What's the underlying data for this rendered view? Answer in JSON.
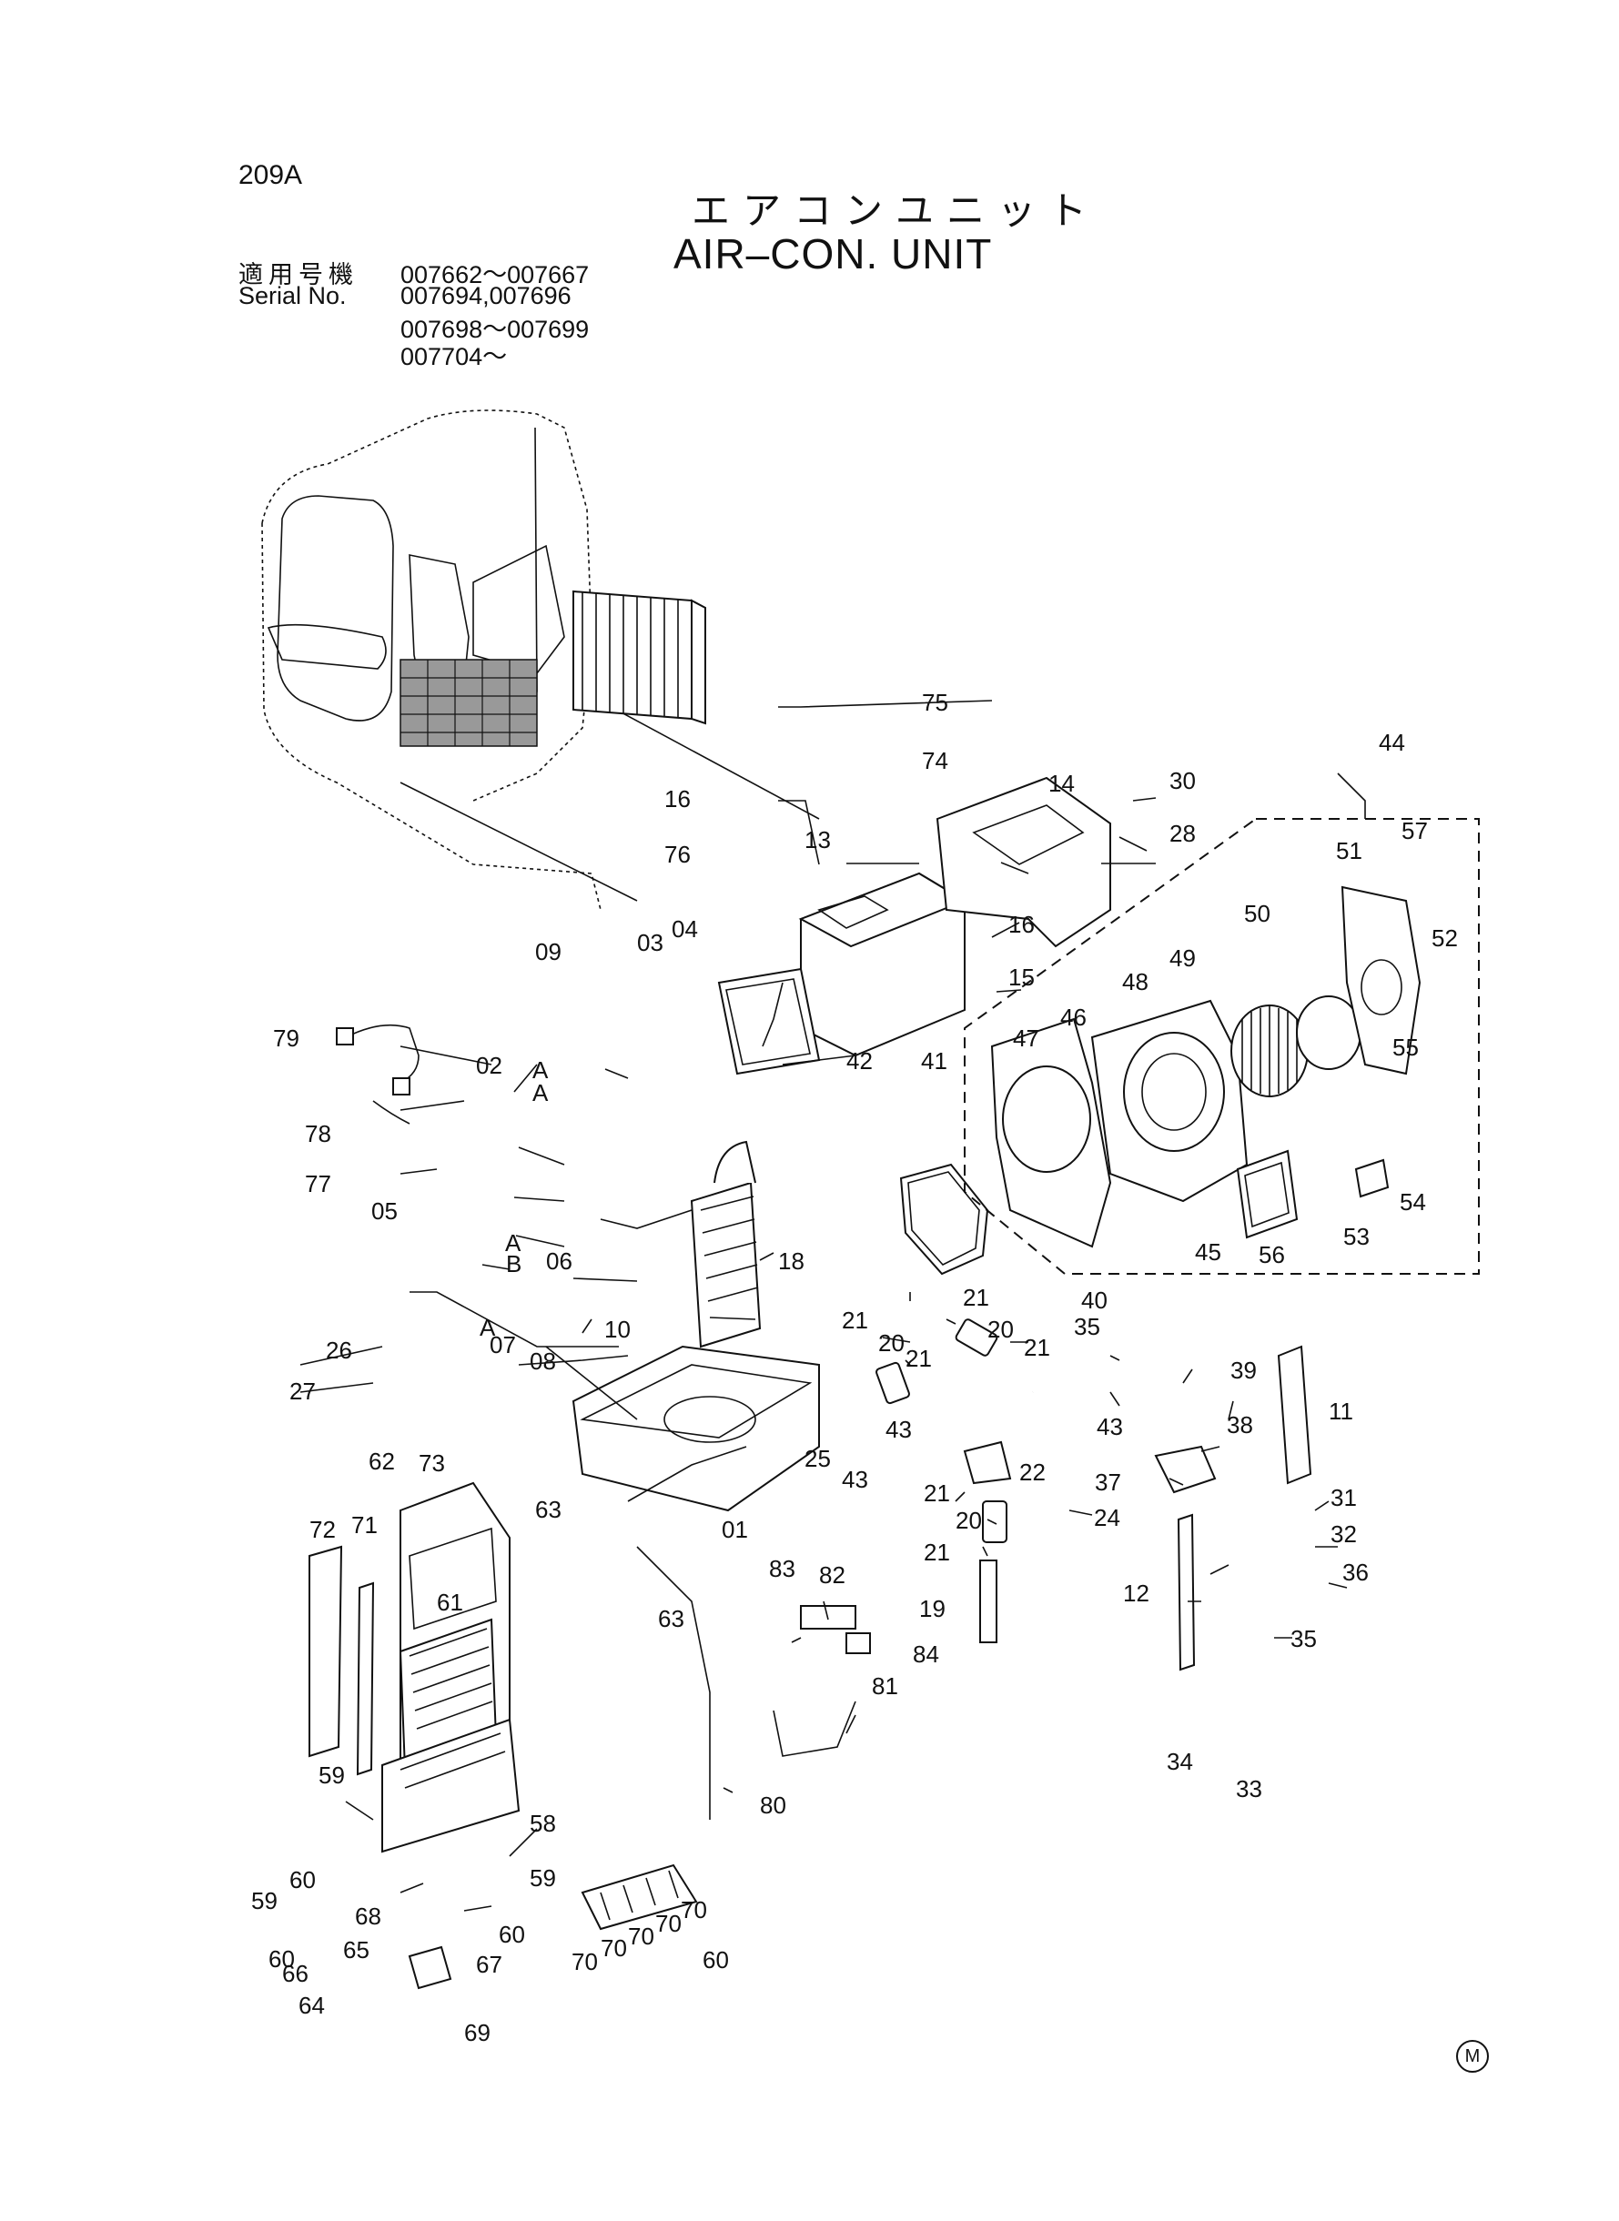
{
  "page_code": "209A",
  "title_ja": "エアコンユニット",
  "title_en": "AIR–CON. UNIT",
  "serial_label_ja": "適用号機",
  "serial_label_en": "Serial No.",
  "serial_ranges": [
    "007662～007667",
    "007694,007696",
    "007698～007699",
    "007704～"
  ],
  "callout_labels": [
    "01",
    "02",
    "03",
    "04",
    "05",
    "06",
    "07",
    "08",
    "09",
    "10",
    "11",
    "12",
    "13",
    "14",
    "15",
    "16",
    "18",
    "19",
    "20",
    "21",
    "22",
    "24",
    "25",
    "26",
    "27",
    "28",
    "30",
    "31",
    "32",
    "33",
    "34",
    "35",
    "36",
    "37",
    "38",
    "39",
    "40",
    "41",
    "42",
    "43",
    "44",
    "45",
    "46",
    "47",
    "48",
    "49",
    "50",
    "51",
    "52",
    "53",
    "54",
    "55",
    "56",
    "57",
    "58",
    "59",
    "60",
    "61",
    "62",
    "63",
    "64",
    "65",
    "66",
    "67",
    "68",
    "69",
    "70",
    "71",
    "72",
    "73",
    "74",
    "75",
    "76",
    "77",
    "78",
    "79",
    "80",
    "81",
    "82",
    "83",
    "84",
    "A",
    "B"
  ],
  "mark": "M"
}
